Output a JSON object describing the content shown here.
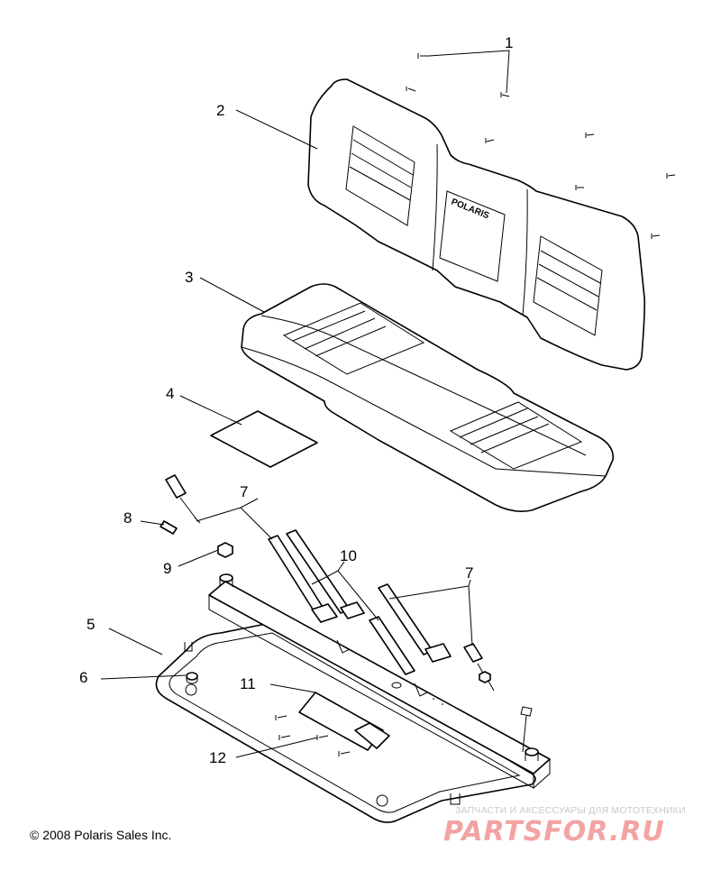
{
  "callouts": [
    "1",
    "2",
    "3",
    "4",
    "5",
    "6",
    "7",
    "7",
    "8",
    "9",
    "10",
    "11",
    "12"
  ],
  "copyright": "© 2008 Polaris Sales Inc.",
  "seat_back_brand": "POLARIS",
  "watermark": {
    "tagline": "ЗАПЧАСТИ И АКСЕССУАРЫ ДЛЯ МОТОТЕХНИКИ",
    "logo": "PARTSFOR.RU",
    "color": "#f2a3a3"
  }
}
